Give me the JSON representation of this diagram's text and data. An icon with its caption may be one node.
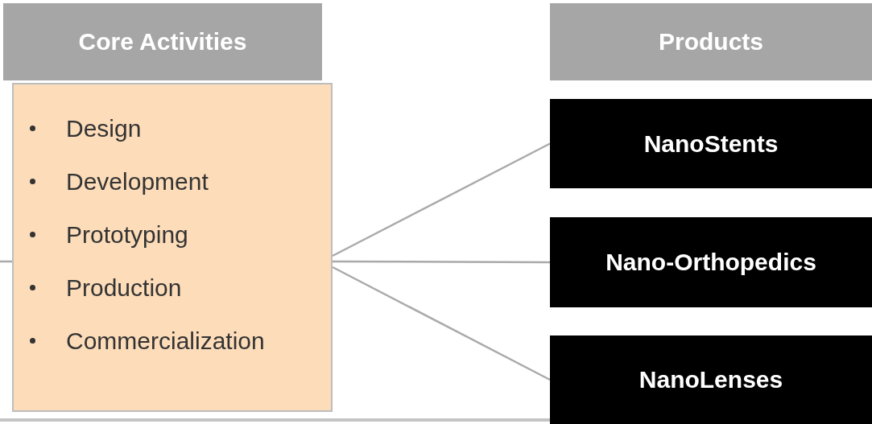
{
  "diagram": {
    "nodes": [
      {
        "text": [
          "Core Activities"
        ]
      },
      {
        "text": [
          "Design",
          "Development",
          "Prototyping",
          "Production",
          "Commercialization"
        ]
      },
      {
        "text": [
          "Products"
        ]
      },
      {
        "text": [
          "NanoStents"
        ]
      },
      {
        "text": [
          "Nano-Orthopedics"
        ]
      },
      {
        "text": [
          "NanoLenses"
        ]
      }
    ],
    "edges": [
      {
        "from": null,
        "to": 1,
        "arrow": "none"
      },
      {
        "from": 1,
        "to": 3,
        "arrow": "none"
      },
      {
        "from": 1,
        "to": 4,
        "arrow": "none"
      },
      {
        "from": 1,
        "to": 5,
        "arrow": "none"
      }
    ]
  }
}
